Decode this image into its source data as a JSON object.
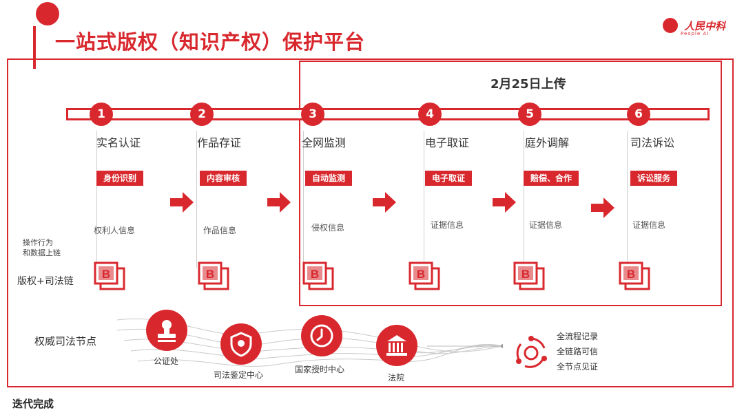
{
  "header": {
    "title": "一站式版权（知识产权）保护平台"
  },
  "brand": {
    "name": "人民中科",
    "sub": "People AI"
  },
  "upload_note": "2月25日上传",
  "steps": [
    {
      "num": "1",
      "label": "实名认证",
      "badge": "身份识别",
      "info": "权利人信息"
    },
    {
      "num": "2",
      "label": "作品存证",
      "badge": "内容审核",
      "info": "作品信息"
    },
    {
      "num": "3",
      "label": "全网监测",
      "badge": "自动监测",
      "info": "侵权信息"
    },
    {
      "num": "4",
      "label": "电子取证",
      "badge": "电子取证",
      "info": "证据信息"
    },
    {
      "num": "5",
      "label": "庭外调解",
      "badge": "赔偿、合作",
      "info": "证据信息"
    },
    {
      "num": "6",
      "label": "司法诉讼",
      "badge": "诉讼服务",
      "info": "证据信息"
    }
  ],
  "side": {
    "operation_line1": "操作行为",
    "operation_line2": "和数据上链",
    "chain": "版权+司法链"
  },
  "nodes": {
    "label": "权威司法节点",
    "items": [
      {
        "label": "公证处",
        "icon": "stamp-icon"
      },
      {
        "label": "司法鉴定中心",
        "icon": "badge-icon"
      },
      {
        "label": "国家授时中心",
        "icon": "clock-icon"
      },
      {
        "label": "法院",
        "icon": "courthouse-icon"
      }
    ]
  },
  "results": [
    "全流程记录",
    "全链路可信",
    "全节点见证"
  ],
  "footer": "迭代完成",
  "colors": {
    "accent": "#d8282e"
  }
}
